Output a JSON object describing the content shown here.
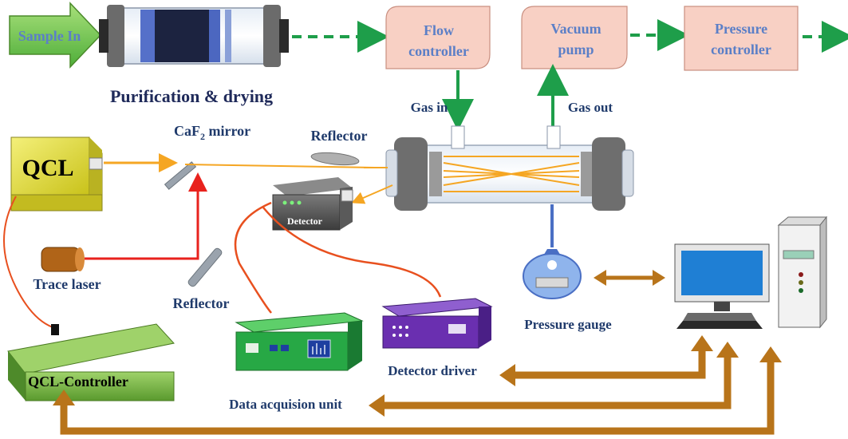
{
  "labels": {
    "sample_in": "Sample In",
    "purification": "Purification & drying",
    "flow_controller_1": "Flow",
    "flow_controller_2": "controller",
    "vacuum_pump_1": "Vacuum",
    "vacuum_pump_2": "pump",
    "pressure_controller_1": "Pressure",
    "pressure_controller_2": "controller",
    "gas_in": "Gas in",
    "gas_out": "Gas out",
    "caf2_mirror_prefix": "CaF",
    "caf2_mirror_sub": "2",
    "caf2_mirror_suffix": " mirror",
    "reflector_top": "Reflector",
    "reflector_bottom": "Reflector",
    "qcl": "QCL",
    "detector": "Detector",
    "trace_laser": "Trace laser",
    "pressure_gauge": "Pressure gauge",
    "detector_driver": "Detector driver",
    "data_acquisition": "Data acquision unit",
    "qcl_controller": "QCL-Controller"
  },
  "colors": {
    "arrow_green": "#1e9e4a",
    "box_pink": "#f8d0c4",
    "laser_orange": "#f5a623",
    "trace_red": "#e8221d",
    "cable_orange": "#e8501f",
    "bus_brown": "#b8741a",
    "label_navy": "#1f3a6b"
  }
}
